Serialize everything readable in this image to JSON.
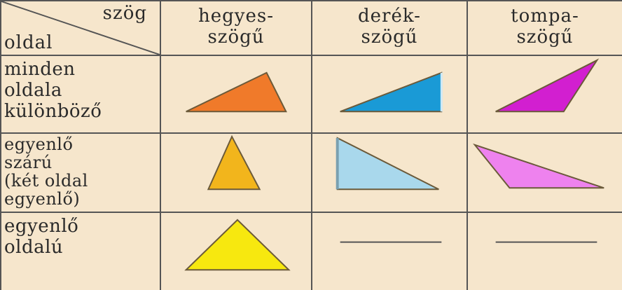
{
  "header": {
    "angle_label": "szög",
    "side_label": "oldal",
    "columns": [
      {
        "line1": "hegyes-",
        "line2": "szögű"
      },
      {
        "line1": "derék-",
        "line2": "szögű"
      },
      {
        "line1": "tompa-",
        "line2": "szögű"
      }
    ]
  },
  "rows": [
    {
      "lines": [
        "minden",
        "oldala",
        "különböző"
      ]
    },
    {
      "lines": [
        "egyenlő",
        "szárú",
        "(két oldal",
        "egyenlő)"
      ]
    },
    {
      "lines": [
        "egyenlő",
        "oldalú"
      ]
    }
  ],
  "colors": {
    "orange": "#f07a2a",
    "blue": "#1a9ad6",
    "magenta": "#d21fd0",
    "yellow_orange": "#f2b51c",
    "light_blue": "#a9d8ec",
    "pink": "#ee82ee",
    "yellow": "#f7e80f",
    "outline": "#6b5a3a"
  },
  "empty_cells": [
    "equilateral-right",
    "equilateral-obtuse"
  ]
}
